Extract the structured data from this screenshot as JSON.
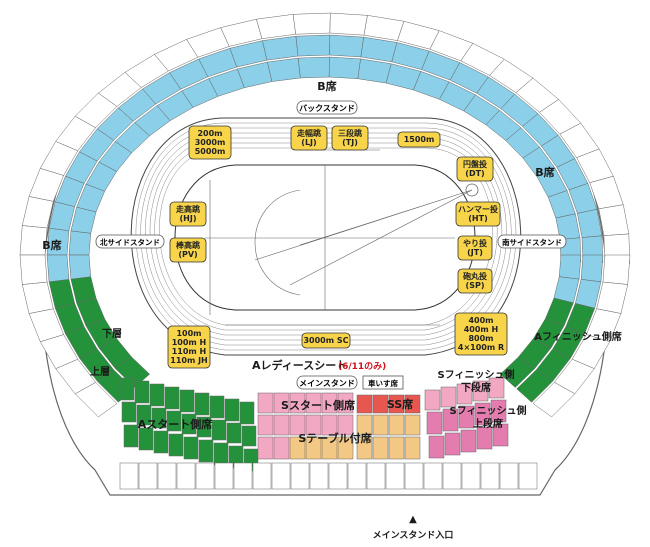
{
  "colors": {
    "b_seat": "#8ccfe9",
    "a_seat": "#23923b",
    "s_seat": "#f2a7c3",
    "s_fin_upper": "#e57cb0",
    "s_table": "#f3c784",
    "ss_seat": "#e7564f",
    "ss_green": "#6bbf59",
    "event_box": "#f7d44a",
    "line": "#555555",
    "red_text": "#d0121b"
  },
  "labels": {
    "b_top": "B席",
    "b_right": "B席",
    "b_left": "B席",
    "back_stand": "バックスタンド",
    "north_side": "北サイドスタンド",
    "south_side": "南サイドスタンド",
    "lower": "下層",
    "upper": "上層",
    "a_ladies": "Aレディースシート",
    "a_ladies_note": "(6/11のみ)",
    "main_stand": "メインスタンド",
    "wheelchair": "車いす席",
    "a_start": "Aスタート側席",
    "s_start": "Sスタート側席",
    "ss": "SS席",
    "s_table": "Sテーブル付席",
    "s_fin_lower_1": "Sフィニッシュ側",
    "s_fin_lower_2": "下段席",
    "s_fin_upper_1": "Sフィニッシュ側",
    "s_fin_upper_2": "上段席",
    "a_finish": "Aフィニッシュ側席",
    "entrance": "メインスタンド入口",
    "entrance_arrow": "▲"
  },
  "events": {
    "distance": [
      "200m",
      "3000m",
      "5000m"
    ],
    "lj": [
      "走幅跳",
      "(LJ)"
    ],
    "tj": [
      "三段跳",
      "(TJ)"
    ],
    "m1500": [
      "1500m"
    ],
    "dt": [
      "円盤投",
      "(DT)"
    ],
    "ht": [
      "ハンマー投",
      "(HT)"
    ],
    "jt": [
      "やり投",
      "(JT)"
    ],
    "sp": [
      "砲丸投",
      "(SP)"
    ],
    "hj": [
      "走高跳",
      "(HJ)"
    ],
    "pv": [
      "棒高跳",
      "(PV)"
    ],
    "hurdles": [
      "100m",
      "100m H",
      "110m H",
      "110m JH"
    ],
    "m3000sc": [
      "3000m SC"
    ],
    "relay": [
      "400m",
      "400m H",
      "800m",
      "4×100m R"
    ]
  }
}
